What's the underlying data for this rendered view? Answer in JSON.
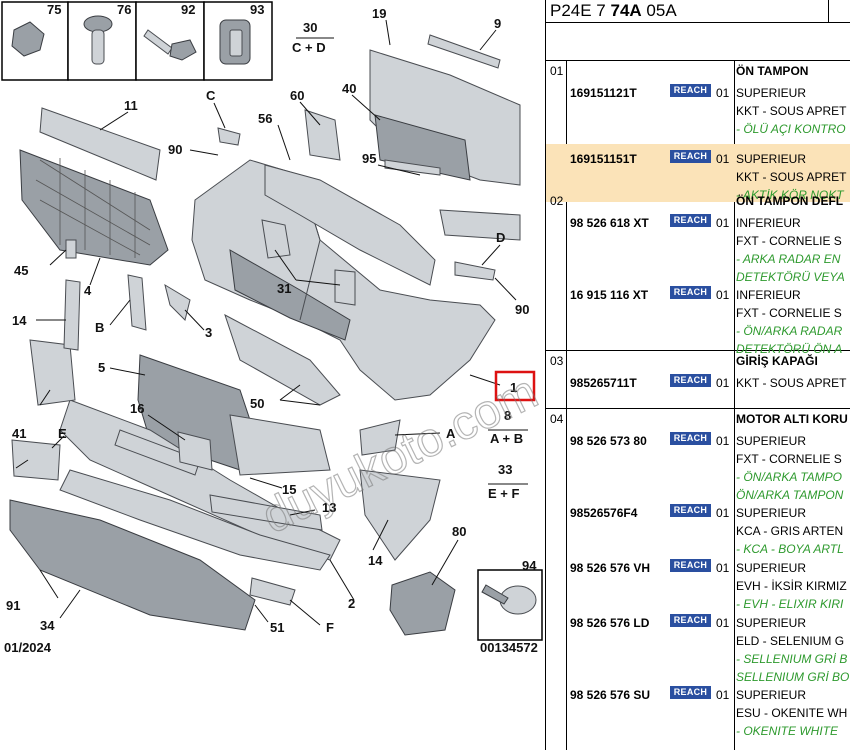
{
  "diagram": {
    "callouts": [
      "75",
      "76",
      "92",
      "93",
      "30",
      "C + D",
      "19",
      "9",
      "11",
      "C",
      "60",
      "40",
      "56",
      "90",
      "95",
      "D",
      "45",
      "4",
      "31",
      "14",
      "B",
      "3",
      "90",
      "1",
      "5",
      "8",
      "A + B",
      "16",
      "41",
      "E",
      "15",
      "50",
      "A",
      "33",
      "E + F",
      "13",
      "14",
      "80",
      "94",
      "91",
      "34",
      "51",
      "F",
      "2"
    ],
    "date_code": "01/2024",
    "ref_code": "00134572",
    "watermark": "duyukoto.com"
  },
  "catalog": {
    "header": {
      "prefix": "P24E 7 ",
      "bold": "74A",
      "suffix": " 05A"
    },
    "reach_label": "REACH",
    "groups": [
      {
        "num": "01",
        "title": "ÖN TAMPON",
        "rows": [
          {
            "pn": "169151121T",
            "qty": "01",
            "lines": [
              "SUPERIEUR",
              "KKT - SOUS APRET"
            ],
            "green": [
              "- ÖLÜ AÇI KONTRO"
            ]
          },
          {
            "pn": "169151151T",
            "qty": "01",
            "lines": [
              "SUPERIEUR",
              "KKT - SOUS APRET"
            ],
            "green": [
              "- AKTİK KÖR NOKT"
            ]
          }
        ]
      },
      {
        "num": "02",
        "title": "ÖN TAMPON DEFL",
        "rows": [
          {
            "pn": "98 526 618 XT",
            "qty": "01",
            "lines": [
              "INFERIEUR",
              "FXT - CORNELIE S"
            ],
            "green": [
              "- ARKA RADAR EN",
              "DETEKTÖRÜ VEYA"
            ]
          },
          {
            "pn": "16 915 116 XT",
            "qty": "01",
            "lines": [
              "INFERIEUR",
              "FXT - CORNELIE S"
            ],
            "green": [
              "- ÖN/ARKA RADAR",
              "DETEKTÖRÜ ÖN A"
            ]
          }
        ]
      },
      {
        "num": "03",
        "title": "GİRİŞ KAPAĞI",
        "rows": [
          {
            "pn": "985265711T",
            "qty": "01",
            "lines": [
              "KKT - SOUS APRET"
            ],
            "green": []
          }
        ]
      },
      {
        "num": "04",
        "title": "MOTOR ALTI KORU",
        "rows": [
          {
            "pn": "98 526 573 80",
            "qty": "01",
            "lines": [
              "SUPERIEUR",
              "FXT - CORNELIE S"
            ],
            "green": [
              "- ÖN/ARKA TAMPO",
              "ÖN/ARKA TAMPON"
            ]
          },
          {
            "pn": "98526576F4",
            "qty": "01",
            "lines": [
              "SUPERIEUR",
              "KCA - GRIS ARTEN"
            ],
            "green": [
              "- KCA - BOYA ARTL"
            ]
          },
          {
            "pn": "98 526 576 VH",
            "qty": "01",
            "lines": [
              "SUPERIEUR",
              "EVH - İKSİR KIRMIZ"
            ],
            "green": [
              "- EVH - ELIXIR KIRI"
            ]
          },
          {
            "pn": "98 526 576 LD",
            "qty": "01",
            "lines": [
              "SUPERIEUR",
              "ELD - SELENIUM G"
            ],
            "green": [
              "- SELLENIUM GRİ B",
              "SELLENIUM GRİ BO"
            ]
          },
          {
            "pn": "98 526 576 SU",
            "qty": "01",
            "lines": [
              "SUPERIEUR",
              "ESU - OKENITE WH"
            ],
            "green": [
              "- OKENITE WHITE"
            ]
          }
        ]
      }
    ]
  }
}
